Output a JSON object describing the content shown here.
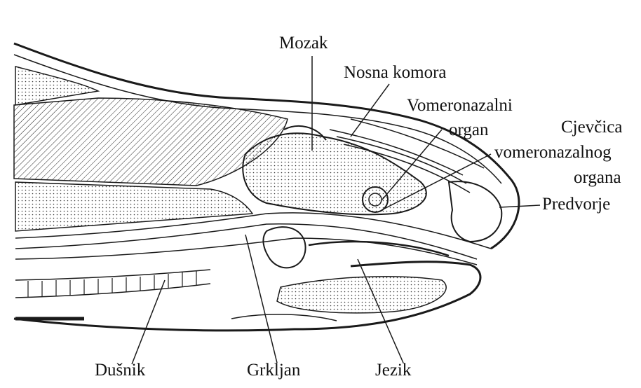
{
  "labels": {
    "mozak": "Mozak",
    "nosna_komora": "Nosna komora",
    "vomeronazalni_1": "Vomeronazalni",
    "vomeronazalni_2": "organ",
    "cjevcica_1": "Cjevčica",
    "cjevcica_2": "vomeronazalnog",
    "cjevcica_3": "organa",
    "predvorje": "Predvorje",
    "dusnik": "Dušnik",
    "grkljan": "Grkljan",
    "jezik": "Jezik"
  },
  "colors": {
    "ink": "#1a1a1a",
    "fill": "#ffffff"
  }
}
